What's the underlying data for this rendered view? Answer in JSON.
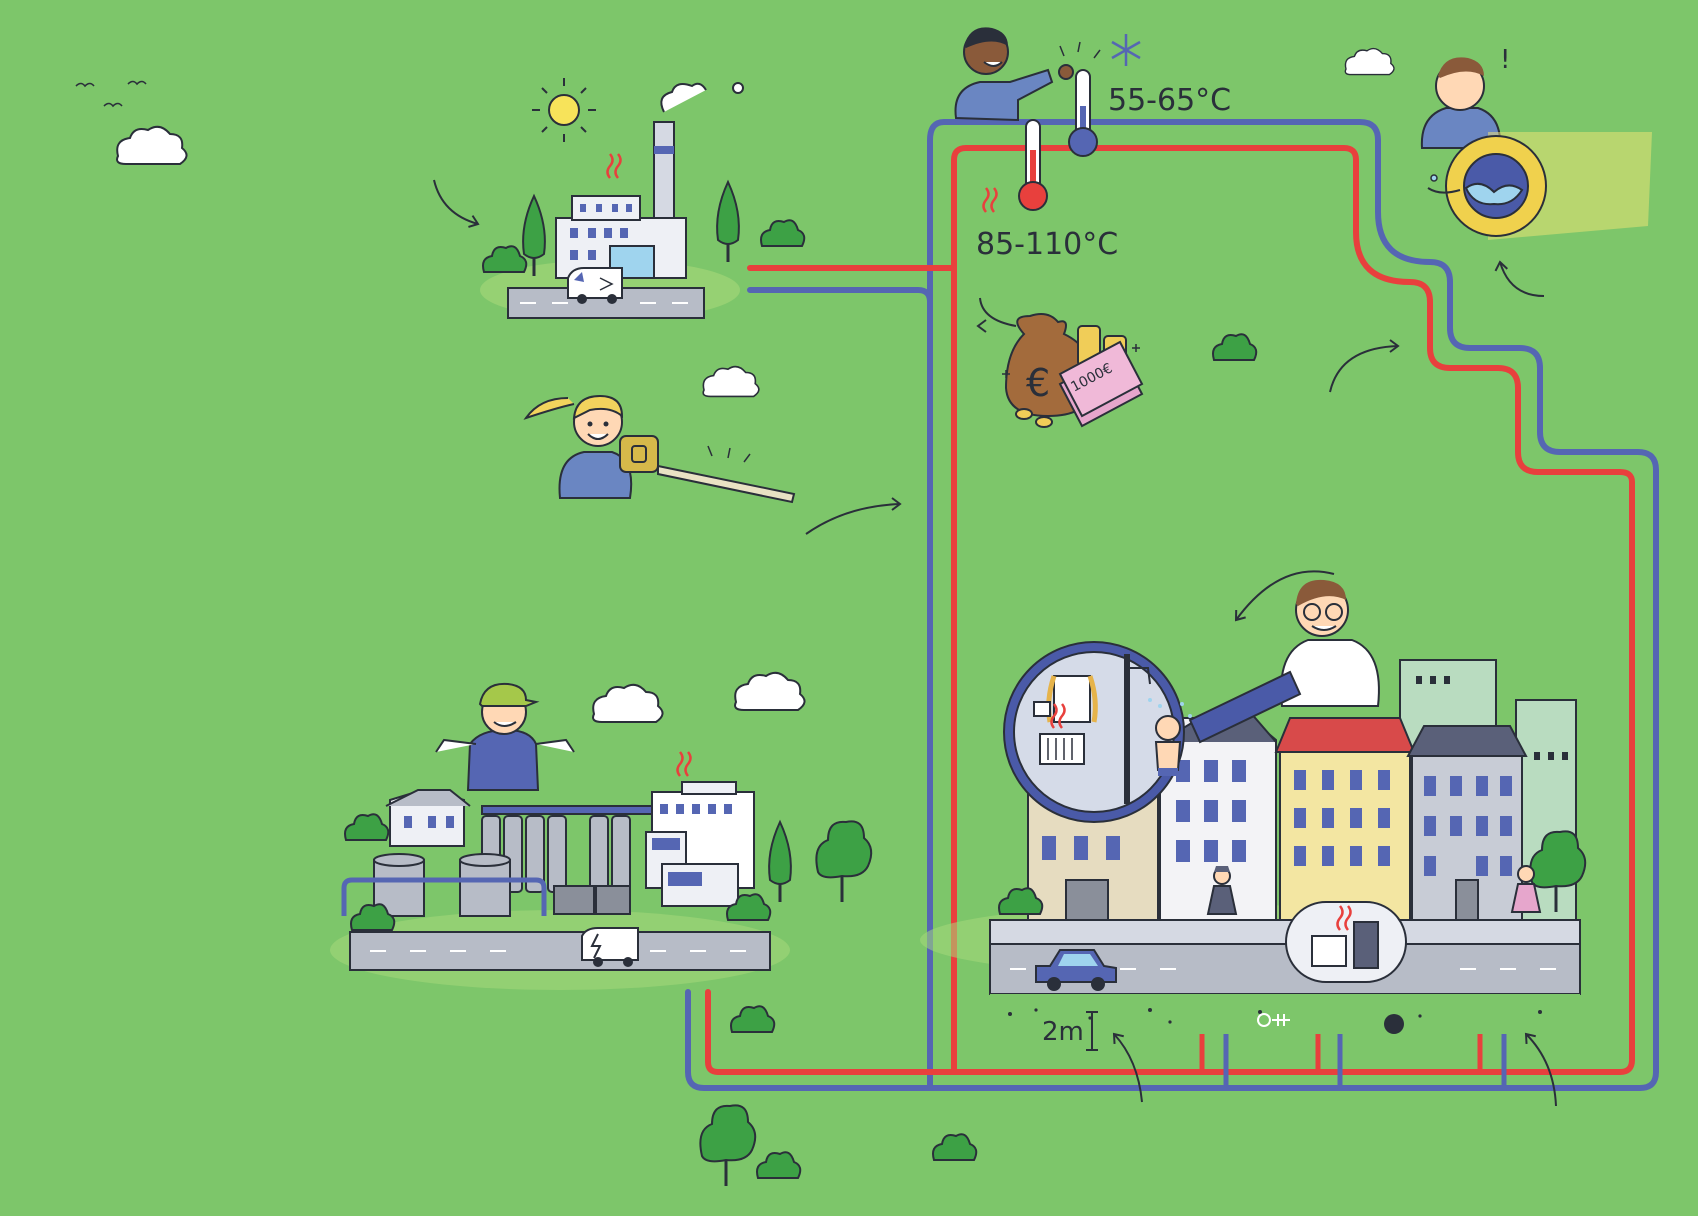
{
  "labels": {
    "cold_temp": "55-65°C",
    "hot_temp": "85-110°C",
    "depth": "2m",
    "banknote": "1000€",
    "currency_symbol": "€",
    "exclamation": "!"
  },
  "colors": {
    "background": "#7dc66a",
    "hot_pipe": "#e8403d",
    "cold_pipe": "#5566b3",
    "outline": "#2a2f3a"
  },
  "elements": [
    "birds",
    "clouds",
    "sun",
    "power-plant",
    "delivery-van",
    "engineer-with-tape-measure",
    "thermometer-hot",
    "thermometer-cold",
    "snowflake-icon",
    "man-at-pipe",
    "money-bag",
    "euro-banknotes",
    "coins",
    "washing-machine-drum",
    "surprised-boy",
    "industrial-plant",
    "worker-with-cap",
    "electric-van",
    "city-buildings",
    "magnifier-shower-scene",
    "scientist-with-glasses",
    "heat-exchanger-station",
    "car",
    "pedestrians",
    "underground-soil"
  ]
}
